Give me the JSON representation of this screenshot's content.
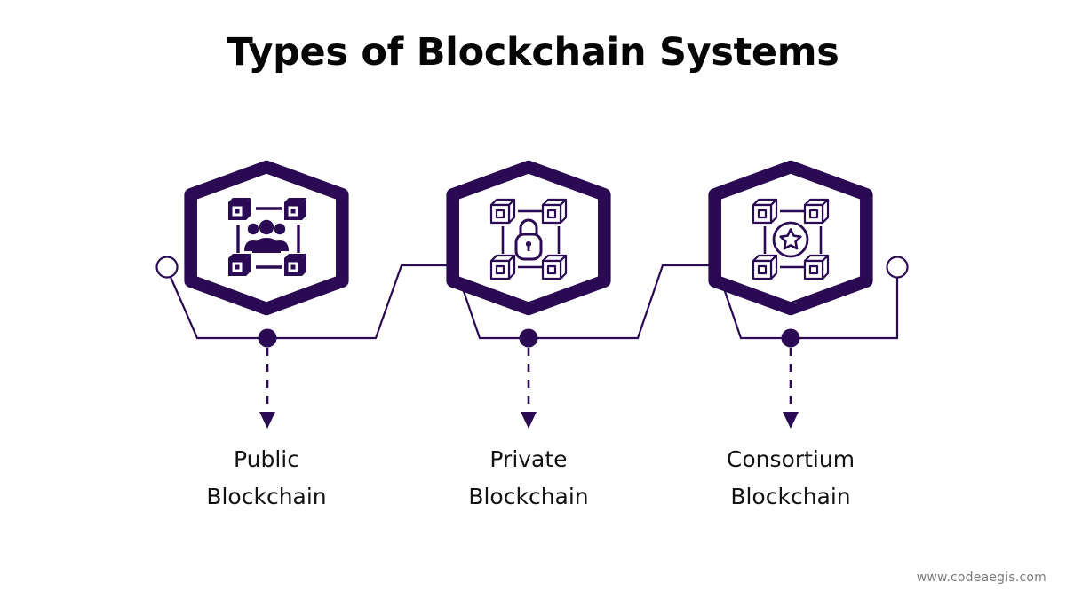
{
  "page": {
    "title": "Types of Blockchain Systems",
    "background_color": "#ffffff",
    "accent_color": "#2b0a54",
    "title_color": "#050505",
    "label_color": "#121212"
  },
  "watermark": {
    "text": "www.codeaegis.com",
    "color": "#7a7a7a"
  },
  "diagram": {
    "type": "linear-node-flow",
    "node_count": 3,
    "connector": {
      "style": "zigzag-line",
      "stroke_color": "#2b0a54",
      "end_marker": "open-circle",
      "node_marker": "filled-dot",
      "pointer_style": "dashed-arrow"
    },
    "nodes": [
      {
        "id": "public",
        "shape": "hexagon",
        "icon_name": "blockchain-network-people-icon",
        "icon_parts": [
          "cube-node",
          "cube-node",
          "cube-node",
          "cube-node",
          "people-group"
        ],
        "label_line1": "Public",
        "label_line2": "Blockchain"
      },
      {
        "id": "private",
        "shape": "hexagon",
        "icon_name": "blockchain-network-lock-icon",
        "icon_parts": [
          "cube-node",
          "cube-node",
          "cube-node",
          "cube-node",
          "padlock"
        ],
        "label_line1": "Private",
        "label_line2": "Blockchain"
      },
      {
        "id": "consortium",
        "shape": "hexagon",
        "icon_name": "blockchain-network-star-icon",
        "icon_parts": [
          "cube-node",
          "cube-node",
          "cube-node",
          "cube-node",
          "star-badge"
        ],
        "label_line1": "Consortium",
        "label_line2": "Blockchain"
      }
    ]
  }
}
